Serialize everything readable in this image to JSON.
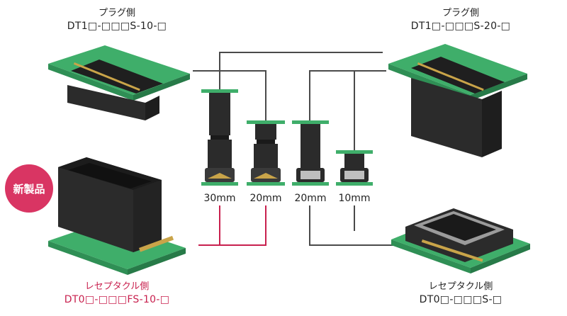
{
  "labels": {
    "plug_left": {
      "side": "プラグ側",
      "part": "DT1□-□□□S-10-□"
    },
    "plug_right": {
      "side": "プラグ側",
      "part": "DT1□-□□□S-20-□"
    },
    "recept_left": {
      "side": "レセプタクル側",
      "part": "DT0□-□□□FS-10-□"
    },
    "recept_right": {
      "side": "レセプタクル側",
      "part": "DT0□-□□□S-□"
    }
  },
  "badge": "新製品",
  "heights": [
    "30mm",
    "20mm",
    "20mm",
    "10mm"
  ],
  "colors": {
    "pcb_green": "#3fae6a",
    "connector_black": "#2b2b2b",
    "gold": "#c9a449",
    "line_gray": "#4a4a4a",
    "line_red": "#c8204e",
    "badge": "#d93563"
  }
}
